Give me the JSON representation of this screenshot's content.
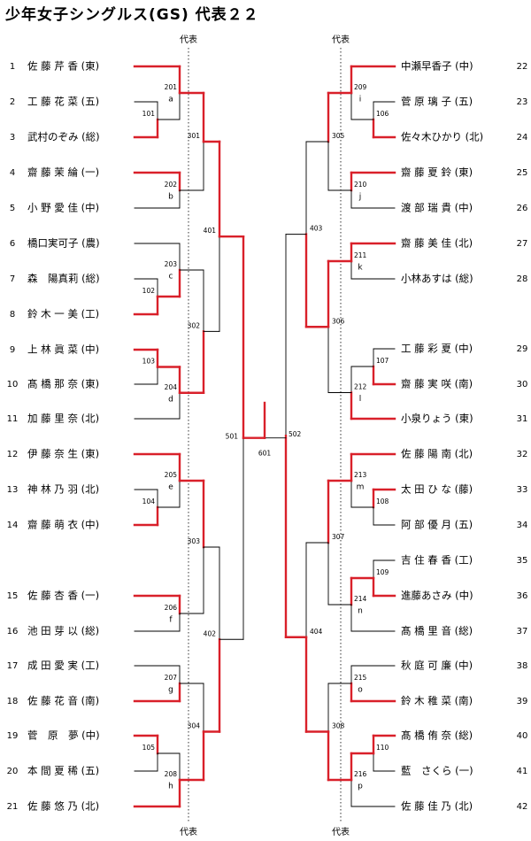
{
  "title": "少年女子シングルス(GS) 代表２２",
  "rep_label": "代表",
  "players_left": [
    {
      "no": "1",
      "name": "佐 藤 芹 香 (東)"
    },
    {
      "no": "2",
      "name": "工 藤 花 菜 (五)"
    },
    {
      "no": "3",
      "name": "武村のぞみ (総)"
    },
    {
      "no": "4",
      "name": "齋 藤 茉 綸 (一)"
    },
    {
      "no": "5",
      "name": "小 野 愛 佳 (中)"
    },
    {
      "no": "6",
      "name": "橋口実可子 (農)"
    },
    {
      "no": "7",
      "name": "森　陽真莉 (総)"
    },
    {
      "no": "8",
      "name": "鈴 木 一 美 (工)"
    },
    {
      "no": "9",
      "name": "上 林 眞 菜 (中)"
    },
    {
      "no": "10",
      "name": "髙 橋 那 奈 (東)"
    },
    {
      "no": "11",
      "name": "加 藤 里 奈 (北)"
    },
    {
      "no": "12",
      "name": "伊 藤 奈 生 (東)"
    },
    {
      "no": "13",
      "name": "神 林 乃 羽 (北)"
    },
    {
      "no": "14",
      "name": "齋 藤 萌 衣 (中)"
    },
    {
      "no": "15",
      "name": "佐 藤 杏 香 (一)"
    },
    {
      "no": "16",
      "name": "池 田 芽 以 (総)"
    },
    {
      "no": "17",
      "name": "成 田 愛 実 (工)"
    },
    {
      "no": "18",
      "name": "佐 藤 花 音 (南)"
    },
    {
      "no": "19",
      "name": "菅　原　夢 (中)"
    },
    {
      "no": "20",
      "name": "本 間 夏 稀 (五)"
    },
    {
      "no": "21",
      "name": "佐 藤 悠 乃 (北)"
    }
  ],
  "players_right": [
    {
      "no": "22",
      "name": "中瀬早香子 (中)"
    },
    {
      "no": "23",
      "name": "菅 原 璃 子 (五)"
    },
    {
      "no": "24",
      "name": "佐々木ひかり (北)"
    },
    {
      "no": "25",
      "name": "齋 藤 夏 鈴 (東)"
    },
    {
      "no": "26",
      "name": "渡 部 瑞 貴 (中)"
    },
    {
      "no": "27",
      "name": "齋 藤 美 佳 (北)"
    },
    {
      "no": "28",
      "name": "小林あすは (総)"
    },
    {
      "no": "29",
      "name": "工 藤 彩 夏 (中)"
    },
    {
      "no": "30",
      "name": "齋 藤 実 咲 (南)"
    },
    {
      "no": "31",
      "name": "小泉りょう (東)"
    },
    {
      "no": "32",
      "name": "佐 藤 陽 南 (北)"
    },
    {
      "no": "33",
      "name": "太 田 ひ な (藤)"
    },
    {
      "no": "34",
      "name": "阿 部 優 月 (五)"
    },
    {
      "no": "35",
      "name": "吉 住 春 香 (工)"
    },
    {
      "no": "36",
      "name": "進藤あさみ (中)"
    },
    {
      "no": "37",
      "name": "髙 橋 里 音 (総)"
    },
    {
      "no": "38",
      "name": "秋 庭 可 廉 (中)"
    },
    {
      "no": "39",
      "name": "鈴 木 稚 菜 (南)"
    },
    {
      "no": "40",
      "name": "髙 橋 侑 奈 (総)"
    },
    {
      "no": "41",
      "name": "藍　さくら (一)"
    },
    {
      "no": "42",
      "name": "佐 藤 佳 乃 (北)"
    }
  ],
  "match_numbers": [
    "101",
    "102",
    "103",
    "104",
    "105",
    "106",
    "107",
    "108",
    "109",
    "110",
    "201",
    "202",
    "203",
    "204",
    "205",
    "206",
    "207",
    "208",
    "209",
    "210",
    "211",
    "212",
    "213",
    "214",
    "215",
    "216",
    "301",
    "302",
    "303",
    "304",
    "305",
    "306",
    "307",
    "308",
    "401",
    "402",
    "403",
    "404",
    "501",
    "502",
    "601"
  ],
  "match_letters": [
    "a",
    "b",
    "c",
    "d",
    "e",
    "f",
    "g",
    "h",
    "i",
    "j",
    "k",
    "l",
    "m",
    "n",
    "o",
    "p"
  ]
}
